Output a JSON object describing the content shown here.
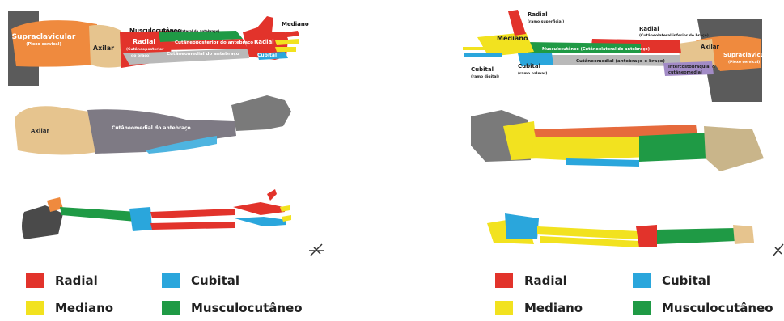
{
  "colors": {
    "radial": "#e2332b",
    "mediano": "#f2e21f",
    "cubital": "#2aa6dc",
    "musculocutaneo": "#1f9a45",
    "supraclavicular": "#ef8a3e",
    "axilar": "#e6c48e",
    "cutaneomedial": "#b9b9b9",
    "intercostobraquial": "#a28bc6",
    "body": "#5b5b5b"
  },
  "left_panel": {
    "labels": {
      "supraclavicular": "Supraclavicular",
      "supraclavicular_sub": "(Plexo cervical)",
      "axilar": "Axilar",
      "musculocutaneo": "Musculocutâneo",
      "musculocutaneo_sub": "(Cutâneolateral do antebraço)",
      "radial": "Radial",
      "radial_sub1": "(Cutâneoposterior",
      "radial_sub2": "do braço)",
      "cutaneoposterior_antebraco": "Cutâneoposterior do antebraço",
      "cutaneomedial_antebraco": "Cutâneomedial do antebraço",
      "radial_hand": "Radial",
      "mediano": "Mediano",
      "cubital": "Cubital",
      "middle_axilar": "Axilar",
      "middle_cutaneomedial": "Cutâneomedial do antebraço"
    }
  },
  "right_panel": {
    "labels": {
      "radial_top": "Radial",
      "radial_top_sub": "(ramo superficial)",
      "mediano": "Mediano",
      "musculocutaneo": "Musculocutâneo (Cutâneolateral do antebraço)",
      "radial_upper": "Radial",
      "radial_upper_sub": "(Cutâneolateral inferior do braço)",
      "axilar": "Axilar",
      "supraclavicular": "Supraclavicular",
      "supraclavicular_sub": "(Plexo cervical)",
      "cubital_digital": "Cubital",
      "cubital_digital_sub": "(ramo digital)",
      "cubital_palmar": "Cubital",
      "cubital_palmar_sub": "(ramo palmar)",
      "cutaneomedial": "Cutâneomedial (antebraço e braço)",
      "intercostobraquial": "Intercostobraquial &",
      "intercostobraquial_2": "cutâneomedial"
    }
  },
  "legend_left": [
    {
      "label": "Radial",
      "color": "#e2332b"
    },
    {
      "label": "Cubital",
      "color": "#2aa6dc"
    },
    {
      "label": "Mediano",
      "color": "#f2e21f"
    },
    {
      "label": "Musculocutâneo",
      "color": "#1f9a45"
    }
  ],
  "legend_right": [
    {
      "label": "Radial",
      "color": "#e2332b"
    },
    {
      "label": "Cubital",
      "color": "#2aa6dc"
    },
    {
      "label": "Mediano",
      "color": "#f2e21f"
    },
    {
      "label": "Musculocutâneo",
      "color": "#1f9a45"
    }
  ]
}
